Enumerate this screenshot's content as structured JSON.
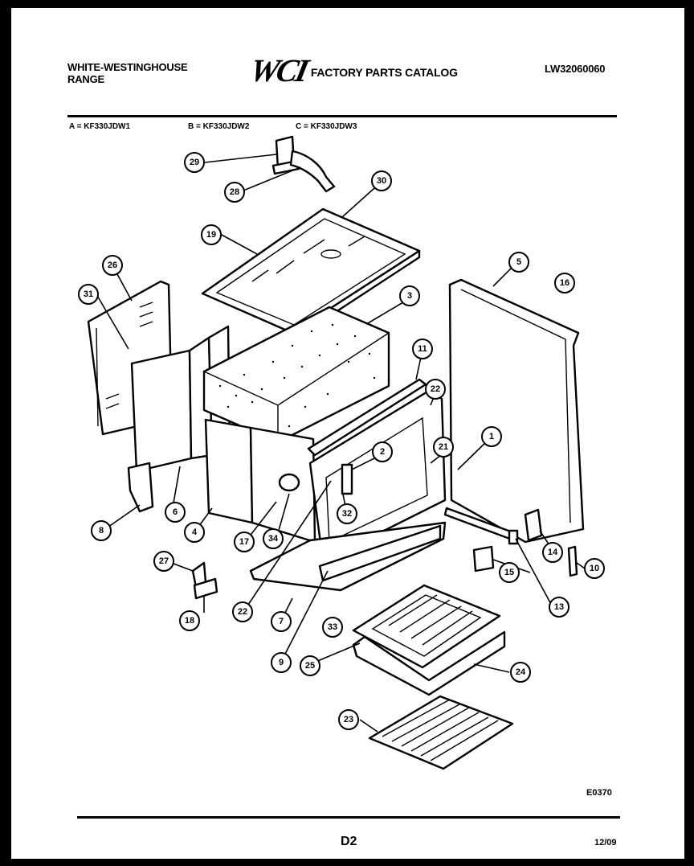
{
  "header": {
    "brand_line1": "WHITE-WESTINGHOUSE",
    "brand_line2": "RANGE",
    "logo_text": "WCI",
    "catalog_title": "FACTORY PARTS CATALOG",
    "catalog_number": "LW32060060"
  },
  "models": {
    "a": "A = KF330JDW1",
    "b": "B = KF330JDW2",
    "c": "C = KF330JDW3"
  },
  "callouts": [
    "29",
    "28",
    "30",
    "19",
    "26",
    "31",
    "3",
    "5",
    "16",
    "11",
    "22",
    "21",
    "1",
    "2",
    "8",
    "6",
    "4",
    "17",
    "34",
    "32",
    "27",
    "18",
    "22",
    "7",
    "33",
    "9",
    "25",
    "24",
    "14",
    "10",
    "15",
    "13",
    "23"
  ],
  "footer": {
    "diagram_code": "E0370",
    "page": "D2",
    "date": "12/09"
  }
}
